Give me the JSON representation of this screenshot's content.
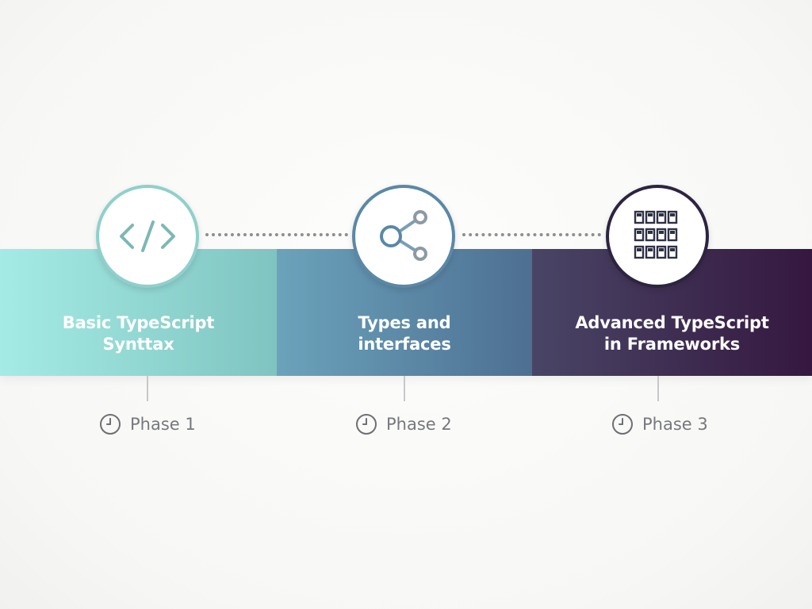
{
  "phases": [
    {
      "title": "Basic TypeScript\nSynttax",
      "icon": "code-icon",
      "phase_label": "Phase 1"
    },
    {
      "title": "Types and\ninterfaces",
      "icon": "share-nodes-icon",
      "phase_label": "Phase 2"
    },
    {
      "title": "Advanced TypeScript\nin Frameworks",
      "icon": "grid-icon",
      "phase_label": "Phase 3"
    }
  ],
  "colors": {
    "phase_1_start": "#a5ebe5",
    "phase_1_end": "#7fc4c0",
    "phase_2_start": "#6ba3bb",
    "phase_2_end": "#4d6f92",
    "phase_3_start": "#494566",
    "phase_3_end": "#35173f",
    "label_gray": "#76797c"
  }
}
